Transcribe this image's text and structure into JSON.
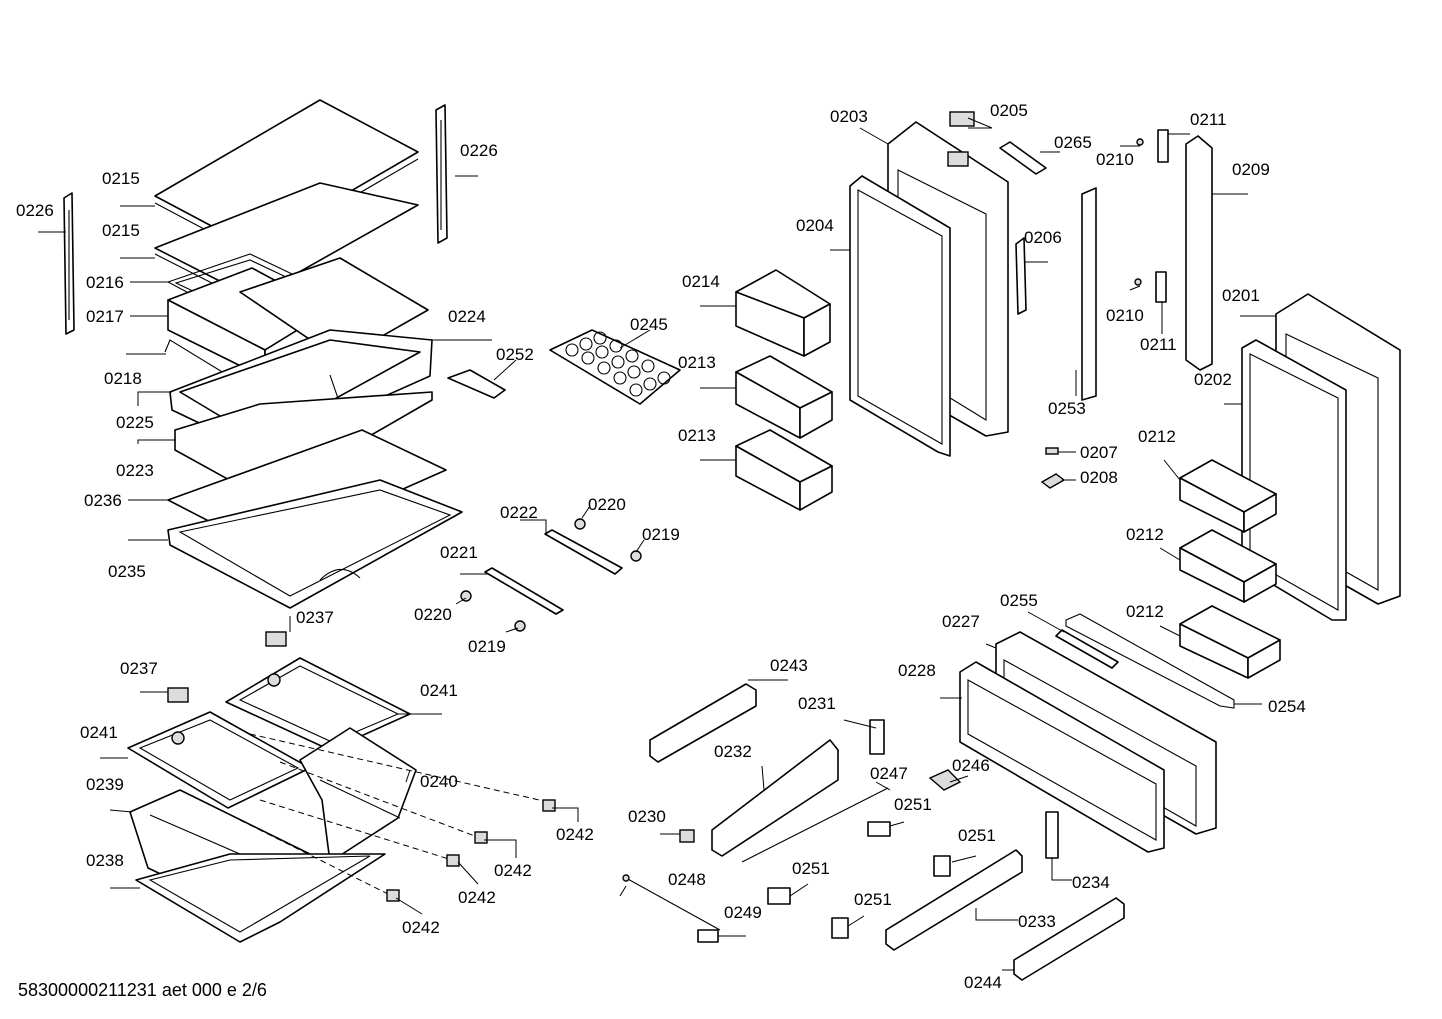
{
  "footer": "58300000211231 aet 000 e 2/6",
  "parts": [
    {
      "id": "0226",
      "label": "0226"
    },
    {
      "id": "0226b",
      "label": "0226"
    },
    {
      "id": "0215",
      "label": "0215"
    },
    {
      "id": "0215b",
      "label": "0215"
    },
    {
      "id": "0216",
      "label": "0216"
    },
    {
      "id": "0217",
      "label": "0217"
    },
    {
      "id": "0218",
      "label": "0218"
    },
    {
      "id": "0224",
      "label": "0224"
    },
    {
      "id": "0225",
      "label": "0225"
    },
    {
      "id": "0223",
      "label": "0223"
    },
    {
      "id": "0236",
      "label": "0236"
    },
    {
      "id": "0235",
      "label": "0235"
    },
    {
      "id": "0237",
      "label": "0237"
    },
    {
      "id": "0237b",
      "label": "0237"
    },
    {
      "id": "0241",
      "label": "0241"
    },
    {
      "id": "0241b",
      "label": "0241"
    },
    {
      "id": "0240",
      "label": "0240"
    },
    {
      "id": "0239",
      "label": "0239"
    },
    {
      "id": "0238",
      "label": "0238"
    },
    {
      "id": "0242",
      "label": "0242"
    },
    {
      "id": "0242b",
      "label": "0242"
    },
    {
      "id": "0242c",
      "label": "0242"
    },
    {
      "id": "0242d",
      "label": "0242"
    },
    {
      "id": "0252",
      "label": "0252"
    },
    {
      "id": "0245",
      "label": "0245"
    },
    {
      "id": "0222",
      "label": "0222"
    },
    {
      "id": "0220",
      "label": "0220"
    },
    {
      "id": "0219",
      "label": "0219"
    },
    {
      "id": "0221",
      "label": "0221"
    },
    {
      "id": "0220b",
      "label": "0220"
    },
    {
      "id": "0219b",
      "label": "0219"
    },
    {
      "id": "0214",
      "label": "0214"
    },
    {
      "id": "0213",
      "label": "0213"
    },
    {
      "id": "0213b",
      "label": "0213"
    },
    {
      "id": "0203",
      "label": "0203"
    },
    {
      "id": "0204",
      "label": "0204"
    },
    {
      "id": "0205",
      "label": "0205"
    },
    {
      "id": "0265",
      "label": "0265"
    },
    {
      "id": "0206",
      "label": "0206"
    },
    {
      "id": "0210",
      "label": "0210"
    },
    {
      "id": "0211",
      "label": "0211"
    },
    {
      "id": "0209",
      "label": "0209"
    },
    {
      "id": "0210b",
      "label": "0210"
    },
    {
      "id": "0211b",
      "label": "0211"
    },
    {
      "id": "0201",
      "label": "0201"
    },
    {
      "id": "0253",
      "label": "0253"
    },
    {
      "id": "0202",
      "label": "0202"
    },
    {
      "id": "0207",
      "label": "0207"
    },
    {
      "id": "0208",
      "label": "0208"
    },
    {
      "id": "0212",
      "label": "0212"
    },
    {
      "id": "0212b",
      "label": "0212"
    },
    {
      "id": "0212c",
      "label": "0212"
    },
    {
      "id": "0255",
      "label": "0255"
    },
    {
      "id": "0227",
      "label": "0227"
    },
    {
      "id": "0228",
      "label": "0228"
    },
    {
      "id": "0254",
      "label": "0254"
    },
    {
      "id": "0243",
      "label": "0243"
    },
    {
      "id": "0231",
      "label": "0231"
    },
    {
      "id": "0232",
      "label": "0232"
    },
    {
      "id": "0247",
      "label": "0247"
    },
    {
      "id": "0246",
      "label": "0246"
    },
    {
      "id": "0251",
      "label": "0251"
    },
    {
      "id": "0230",
      "label": "0230"
    },
    {
      "id": "0251b",
      "label": "0251"
    },
    {
      "id": "0248",
      "label": "0248"
    },
    {
      "id": "0251c",
      "label": "0251"
    },
    {
      "id": "0249",
      "label": "0249"
    },
    {
      "id": "0251d",
      "label": "0251"
    },
    {
      "id": "0234",
      "label": "0234"
    },
    {
      "id": "0233",
      "label": "0233"
    },
    {
      "id": "0244",
      "label": "0244"
    }
  ]
}
